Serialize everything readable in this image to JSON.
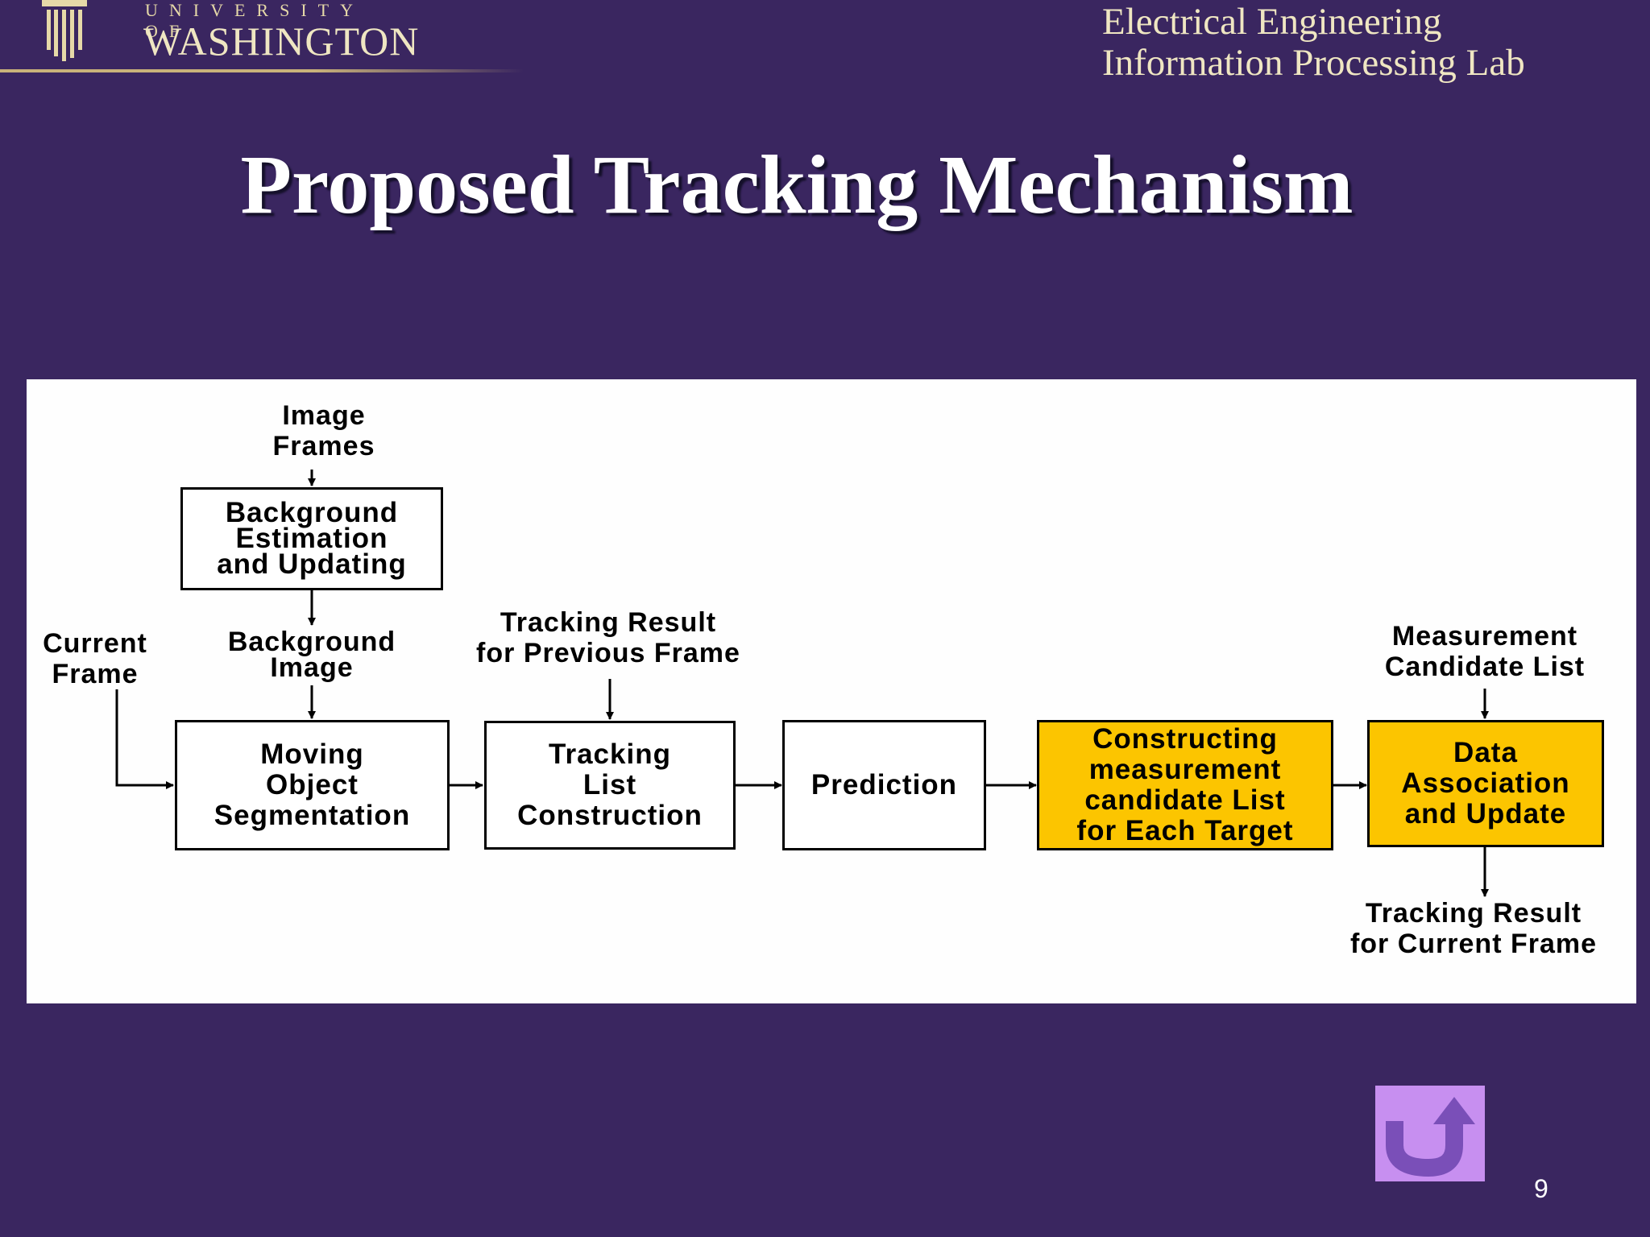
{
  "header": {
    "logo_top": "UNIVERSITY OF",
    "logo_main": "WASHINGTON",
    "lab_line1": "Electrical Engineering",
    "lab_line2": "Information Processing Lab"
  },
  "slide": {
    "title": "Proposed Tracking Mechanism",
    "page_number": "9"
  },
  "diagram": {
    "inputs": {
      "image_frames": [
        "Image",
        "Frames"
      ],
      "current_frame": [
        "Current",
        "Frame"
      ],
      "background_image": [
        "Background",
        "Image"
      ],
      "previous_result": [
        "Tracking Result",
        "for Previous Frame"
      ],
      "measurement_candidate": [
        "Measurement",
        "Candidate List"
      ]
    },
    "output": {
      "current_result": [
        "Tracking Result",
        "for Current Frame"
      ]
    },
    "boxes": {
      "background_estimation": [
        "Background",
        "Estimation",
        "and Updating"
      ],
      "moving_object": [
        "Moving",
        "Object",
        "Segmentation"
      ],
      "tracking_list": [
        "Tracking",
        "List",
        "Construction"
      ],
      "prediction": [
        "Prediction"
      ],
      "constructing": [
        "Constructing",
        "measurement",
        "candidate List",
        "for Each Target"
      ],
      "data_association": [
        "Data",
        "Association",
        "and Update"
      ]
    },
    "highlight_color": "#fcc500"
  },
  "colors": {
    "background": "#3a2660",
    "logo_text": "#efe6c2",
    "return_button": "#c78ff0"
  },
  "icons": {
    "return": "u-turn-up-arrow-icon",
    "logo": "university-column-icon"
  }
}
